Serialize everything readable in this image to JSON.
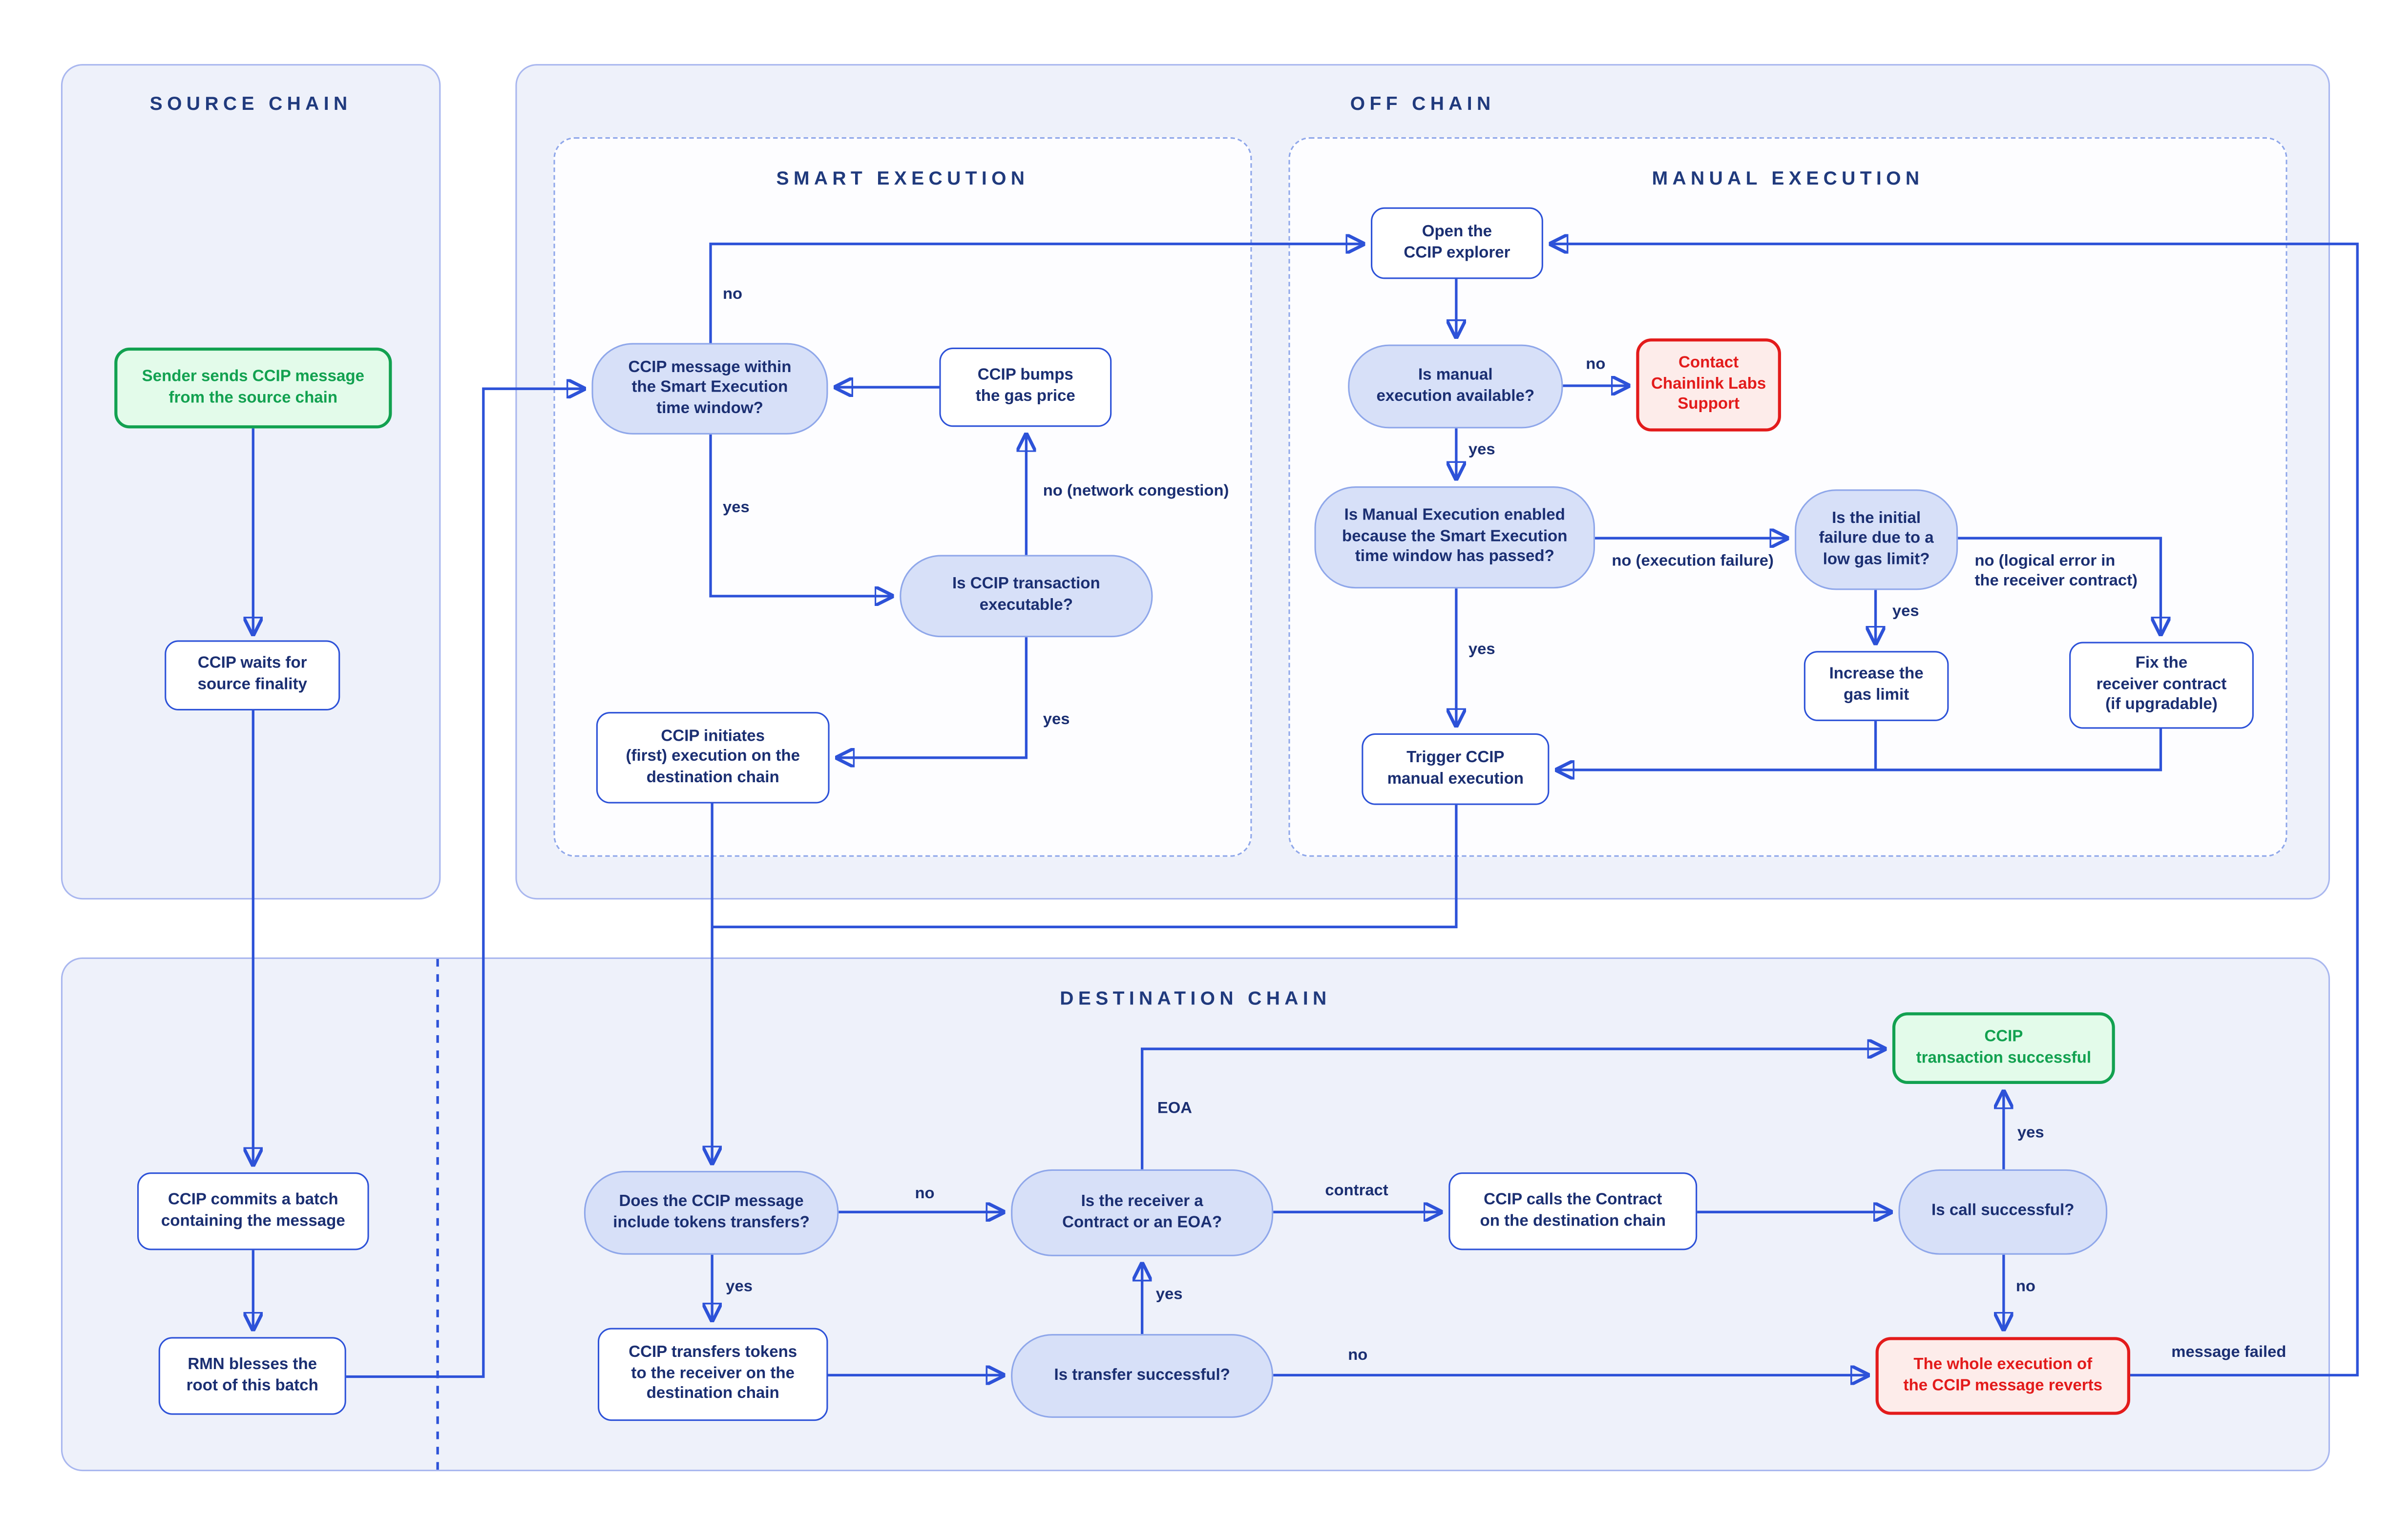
{
  "colors": {
    "line": "#2d52d8",
    "panel_fill": "#eef1fa",
    "panel_border": "#a9b7ef",
    "node_border": "#2d52d8",
    "node_text": "#1b2f72",
    "decision_fill": "#d7e0f8",
    "decision_border": "#8fa7ea",
    "green_fill": "#e3fbea",
    "green": "#12a150",
    "red_fill": "#fdecea",
    "red": "#e31b1b"
  },
  "panels": {
    "source": {
      "title": "SOURCE CHAIN"
    },
    "offchain": {
      "title": "OFF CHAIN"
    },
    "smart": {
      "title": "SMART EXECUTION"
    },
    "manual": {
      "title": "MANUAL EXECUTION"
    },
    "destination": {
      "title": "DESTINATION CHAIN"
    }
  },
  "nodes": {
    "sender": "Sender sends CCIP message\nfrom the source chain",
    "waits": "CCIP waits for\nsource finality",
    "msg_window": "CCIP message within\nthe Smart Execution\ntime window?",
    "bumps": "CCIP bumps\nthe gas price",
    "executable": "Is CCIP transaction\nexecutable?",
    "initiates": "CCIP initiates\n(first) execution on the\ndestination chain",
    "open_explorer": "Open the\nCCIP explorer",
    "manual_avail": "Is manual\nexecution available?",
    "contact": "Contact\nChainlink Labs\nSupport",
    "manual_enabled": "Is Manual Execution enabled\nbecause the Smart Execution\ntime window has passed?",
    "initial_failure": "Is the initial\nfailure due to a\nlow gas limit?",
    "increase_gas": "Increase the\ngas limit",
    "fix_receiver": "Fix the\nreceiver contract\n(if upgradable)",
    "trigger": "Trigger CCIP\nmanual execution",
    "commits": "CCIP commits a batch\ncontaining the message",
    "rmn": "RMN blesses the\nroot of this batch",
    "tokens": "Does the CCIP message\ninclude tokens transfers?",
    "receiver_type": "Is the receiver a\nContract or an EOA?",
    "calls_contract": "CCIP calls the Contract\non the destination chain",
    "call_success": "Is call successful?",
    "tx_success": "CCIP\ntransaction successful",
    "transfers": "CCIP transfers tokens\nto the receiver on the\ndestination chain",
    "transfer_success": "Is transfer successful?",
    "reverts": "The whole execution of\nthe CCIP message reverts"
  },
  "edge_labels": {
    "no_smart": "no",
    "yes_smart": "yes",
    "no_congestion": "no (network congestion)",
    "yes_executable": "yes",
    "no_manual": "no",
    "yes_manual": "yes",
    "no_exec_failure": "no (execution failure)",
    "yes_window": "yes",
    "yes_gas": "yes",
    "no_logical": "no (logical error in\nthe receiver contract)",
    "no_tokens": "no",
    "yes_tokens": "yes",
    "eoa": "EOA",
    "contract": "contract",
    "yes_transfer": "yes",
    "no_transfer": "no",
    "yes_call": "yes",
    "no_call": "no",
    "message_failed": "message failed"
  }
}
